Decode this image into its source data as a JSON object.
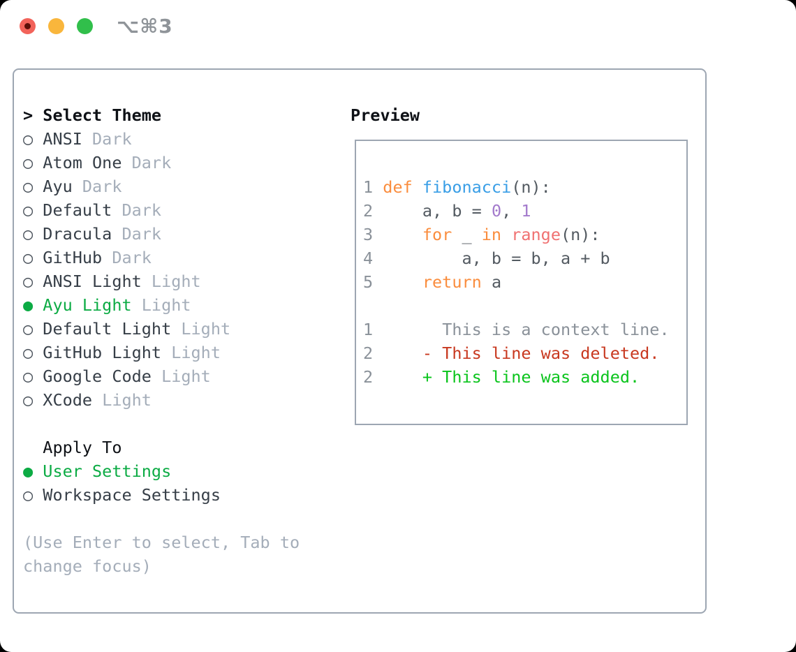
{
  "titlebar": {
    "shortcut": "⌥⌘3",
    "lights": [
      {
        "icon": "close-traffic-light-icon"
      },
      {
        "icon": "minimize-traffic-light-icon"
      },
      {
        "icon": "zoom-traffic-light-icon"
      }
    ]
  },
  "theme_list": {
    "cursor": ">",
    "header": "Select Theme",
    "radio_unselected_icon": "○",
    "radio_selected_icon": "●",
    "items": [
      {
        "name": "ANSI",
        "variant": "Dark",
        "selected": false
      },
      {
        "name": "Atom One",
        "variant": "Dark",
        "selected": false
      },
      {
        "name": "Ayu",
        "variant": "Dark",
        "selected": false
      },
      {
        "name": "Default",
        "variant": "Dark",
        "selected": false
      },
      {
        "name": "Dracula",
        "variant": "Dark",
        "selected": false
      },
      {
        "name": "GitHub",
        "variant": "Dark",
        "selected": false
      },
      {
        "name": "ANSI Light",
        "variant": "Light",
        "selected": false
      },
      {
        "name": "Ayu Light",
        "variant": "Light",
        "selected": true
      },
      {
        "name": "Default Light",
        "variant": "Light",
        "selected": false
      },
      {
        "name": "GitHub Light",
        "variant": "Light",
        "selected": false
      },
      {
        "name": "Google Code",
        "variant": "Light",
        "selected": false
      },
      {
        "name": "XCode",
        "variant": "Light",
        "selected": false
      }
    ]
  },
  "apply_to": {
    "header": "Apply To",
    "options": [
      {
        "label": "User Settings",
        "selected": true
      },
      {
        "label": "Workspace Settings",
        "selected": false
      }
    ]
  },
  "help": {
    "line1": "(Use Enter to select, Tab to",
    "line2": "change focus)"
  },
  "preview": {
    "header": "Preview",
    "lines": [
      {
        "segments": [
          {
            "text": "1 ",
            "style": "gut"
          },
          {
            "text": "def ",
            "style": "kw"
          },
          {
            "text": "fibonacci",
            "style": "fn"
          },
          {
            "text": "(n):",
            "style": "fg"
          }
        ]
      },
      {
        "segments": [
          {
            "text": "2     ",
            "style": "gut"
          },
          {
            "text": "a, b = ",
            "style": "fg"
          },
          {
            "text": "0",
            "style": "num"
          },
          {
            "text": ", ",
            "style": "fg"
          },
          {
            "text": "1",
            "style": "num"
          }
        ]
      },
      {
        "segments": [
          {
            "text": "3     ",
            "style": "gut"
          },
          {
            "text": "for ",
            "style": "kw"
          },
          {
            "text": "_ ",
            "style": "fg"
          },
          {
            "text": "in ",
            "style": "kw"
          },
          {
            "text": "range",
            "style": "coral"
          },
          {
            "text": "(n):",
            "style": "fg"
          }
        ]
      },
      {
        "segments": [
          {
            "text": "4         ",
            "style": "gut"
          },
          {
            "text": "a, b = b, a + b",
            "style": "fg"
          }
        ]
      },
      {
        "segments": [
          {
            "text": "5     ",
            "style": "gut"
          },
          {
            "text": "return ",
            "style": "kw"
          },
          {
            "text": "a",
            "style": "fg"
          }
        ]
      },
      {
        "segments": []
      },
      {
        "segments": [
          {
            "text": "1       ",
            "style": "gut"
          },
          {
            "text": "This is a context line.",
            "style": "ctx"
          }
        ]
      },
      {
        "segments": [
          {
            "text": "2     ",
            "style": "gut"
          },
          {
            "text": "- This line was deleted.",
            "style": "del"
          }
        ]
      },
      {
        "segments": [
          {
            "text": "2     ",
            "style": "gut"
          },
          {
            "text": "+ This line was added.",
            "style": "add"
          }
        ]
      }
    ]
  },
  "colors": {
    "header_text": "#0E1116",
    "item_text": "#363E47",
    "variant_text": "#A4ADB9",
    "radio_outline": "#4A525B",
    "accent_green": "#0CAB44",
    "border": "#9DA6B2",
    "syntax_keyword": "#FA8D3E",
    "syntax_function": "#399EE6",
    "syntax_number": "#A37ACC",
    "syntax_builtin": "#F07171",
    "code_text": "#535A61",
    "gutter": "#8A9199",
    "context_line": "#8A9199",
    "diff_deleted": "#C8381F",
    "diff_added": "#0AC41C",
    "titlebar_shortcut": "#8F9499",
    "traffic_red": "#F2635A",
    "traffic_red_dot": "#5C0F08",
    "traffic_yellow": "#F9B63C",
    "traffic_green": "#31BF4B"
  }
}
